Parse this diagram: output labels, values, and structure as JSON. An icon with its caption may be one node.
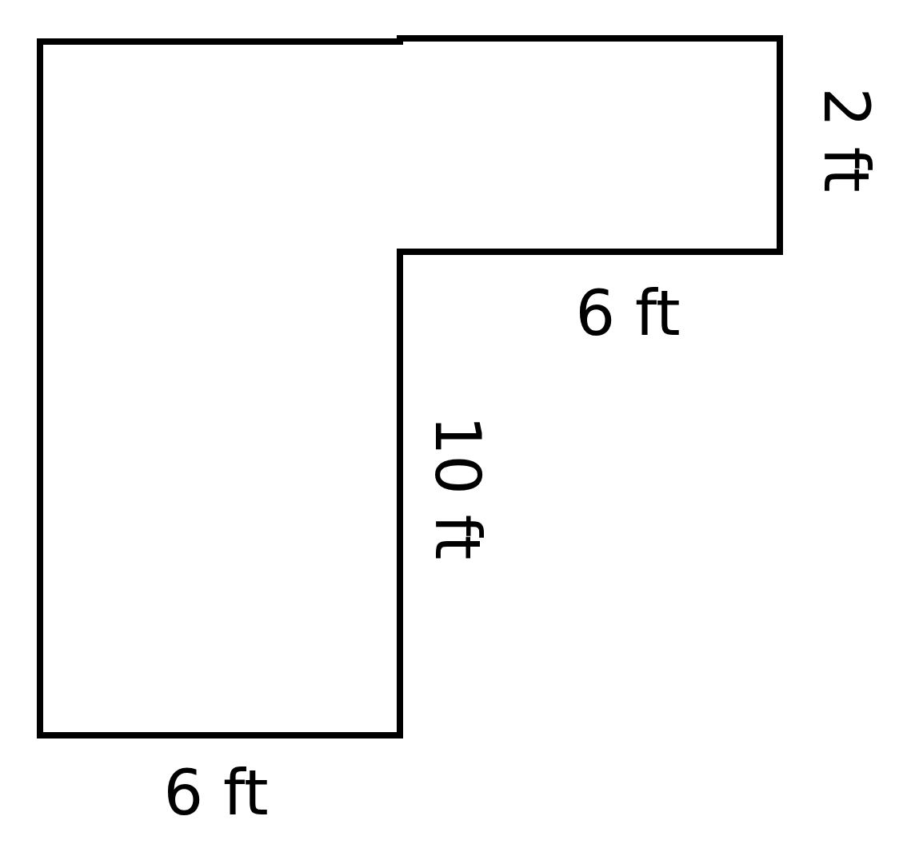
{
  "diagram": {
    "labels": [
      "2 ft",
      "6 ft",
      "10 ft",
      "6 ft"
    ]
  }
}
